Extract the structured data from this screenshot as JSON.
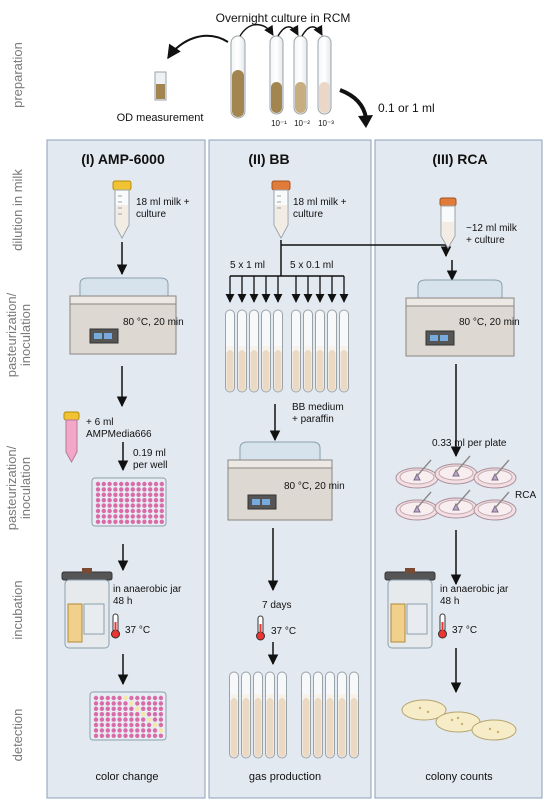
{
  "header": {
    "title": "Overnight culture in RCM",
    "od": "OD measurement",
    "dilutions": [
      "10⁻¹",
      "10⁻²",
      "10⁻³"
    ],
    "transfer": "0.1 or 1 ml"
  },
  "side_labels": [
    "preparation",
    "dilution in milk",
    "pasteurization/ inoculation",
    "pasteurization/ inoculation",
    "incubation",
    "detection"
  ],
  "col1": {
    "title": "(I) AMP-6000",
    "milk": [
      "18 ml milk +",
      "culture"
    ],
    "bath": "80 °C, 20 min",
    "media": [
      "+ 6 ml",
      "AMPMedia666"
    ],
    "volume": [
      "0.19 ml",
      "per well"
    ],
    "incubation": [
      "in anaerobic jar",
      "48 h"
    ],
    "temp": "37 °C",
    "result": "color change"
  },
  "col2": {
    "title": "(II) BB",
    "milk": [
      "18 ml milk +",
      "culture"
    ],
    "split_a": "5 x 1 ml",
    "split_b": "5 x 0.1 ml",
    "medium": [
      "BB medium",
      "+ paraffin"
    ],
    "bath": "80 °C, 20 min",
    "days": "7 days",
    "temp": "37 °C",
    "result": "gas production"
  },
  "col3": {
    "title": "(III) RCA",
    "milk": [
      "~12 ml milk",
      "+ culture"
    ],
    "bath": "80 °C, 20 min",
    "plating": "0.33 ml per plate",
    "agar": "RCA",
    "incubation": [
      "in anaerobic jar",
      "48 h"
    ],
    "temp": "37 °C",
    "result": "colony counts"
  }
}
